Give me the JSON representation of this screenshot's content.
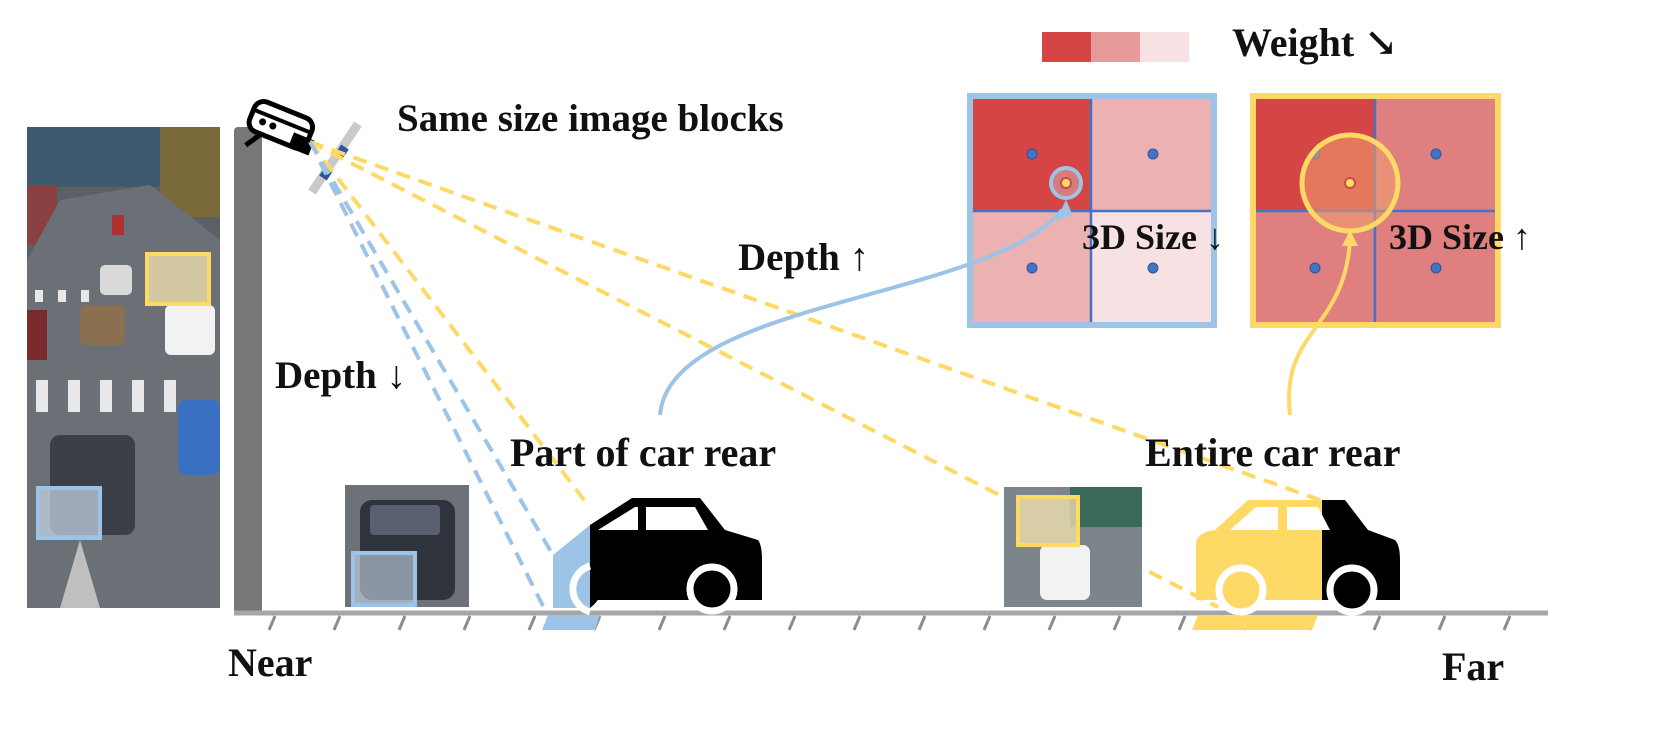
{
  "labels": {
    "weight": "Weight ↘",
    "same_size": "Same size image blocks",
    "depth_near": "Depth ↓",
    "depth_far": "Depth ↑",
    "size_small": "3D Size ↓",
    "size_large": "3D Size ↑",
    "part_rear": "Part of car rear",
    "entire_rear": "Entire car rear",
    "near": "Near",
    "far": "Far"
  },
  "colors": {
    "blue": "#9dc3e6",
    "yellow": "#ffd966",
    "red_strong": "#d64545",
    "red_mid": "#e8999a",
    "red_light": "#f7e1e2",
    "grid_line": "#4472c4",
    "pole": "#777777",
    "car": "#000000"
  },
  "weight_grids": [
    {
      "name": "blue",
      "cells": [
        "#d64545",
        "#ecb1b1",
        "#ecb1b1",
        "#f7e1e2"
      ]
    },
    {
      "name": "yellow",
      "cells": [
        "#d64545",
        "#e07f7f",
        "#e07f7f",
        "#e07f7f"
      ]
    }
  ]
}
